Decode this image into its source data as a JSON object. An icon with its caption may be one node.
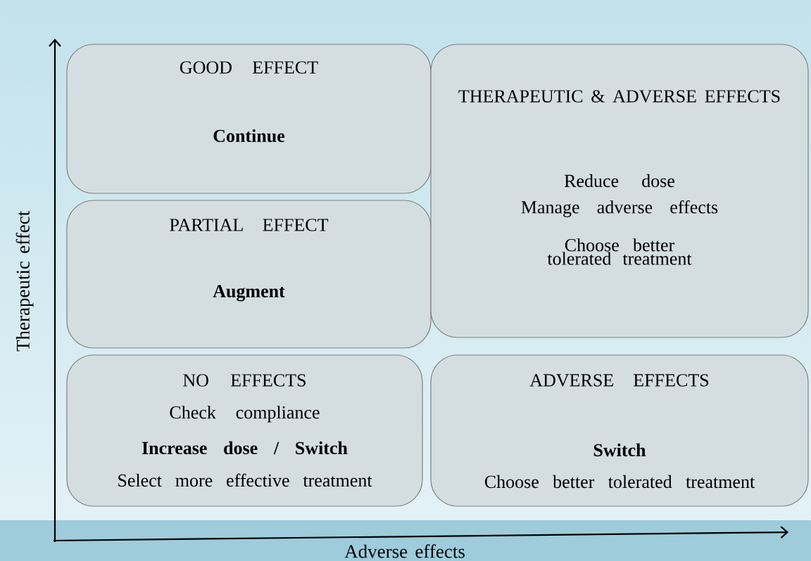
{
  "diagram": {
    "nodes": [
      {
        "text": [
          "GOOD EFFECT",
          "Continue"
        ]
      },
      {
        "text": [
          "PARTIAL EFFECT",
          "Augment"
        ]
      },
      {
        "text": [
          "THERAPEUTIC & ADVERSE EFFECTS",
          "Reduce dose",
          "Manage adverse effects",
          "Choose better tolerated treatment"
        ]
      },
      {
        "text": [
          "NO EFFECTS",
          "Check compliance",
          "Increase dose / Switch",
          "Select more effective treatment"
        ]
      },
      {
        "text": [
          "ADVERSE EFFECTS",
          "Switch",
          "Choose better tolerated treatment"
        ]
      }
    ],
    "labels": [
      "Therapeutic effect",
      "Adverse effects"
    ]
  }
}
